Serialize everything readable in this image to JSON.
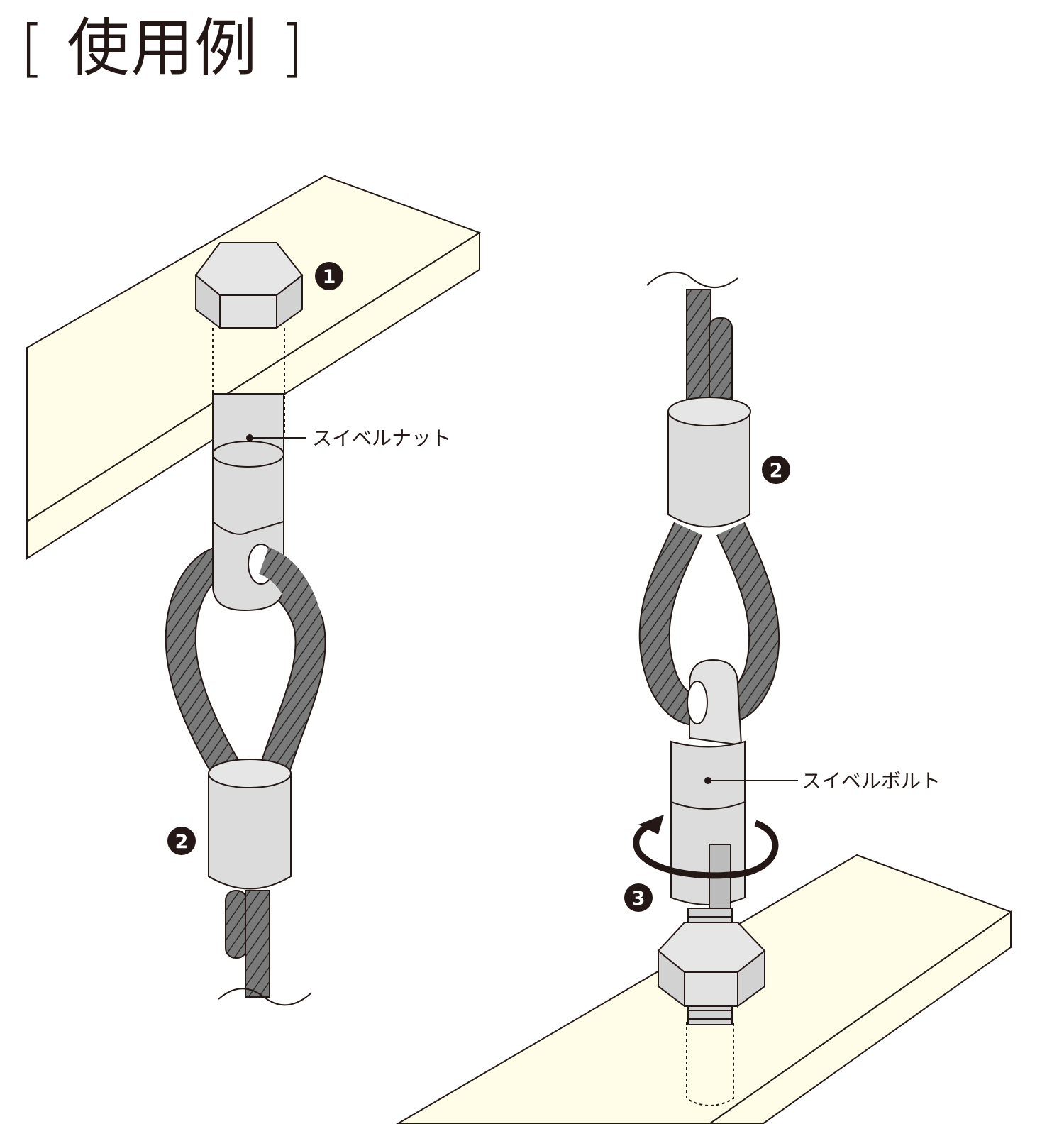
{
  "title": {
    "bracket_open": "[",
    "text": "使用例",
    "bracket_close": "]"
  },
  "labels": {
    "swivel_nut": "スイベルナット",
    "swivel_bolt": "スイベルボルト"
  },
  "steps": {
    "step1": "1",
    "step2_left": "2",
    "step2_right": "2",
    "step3": "3"
  },
  "colors": {
    "beam_fill": "#fffde8",
    "metal": "#dcdcdc",
    "wire": "#7a7a7a",
    "line": "#231815",
    "badge": "#231815"
  }
}
